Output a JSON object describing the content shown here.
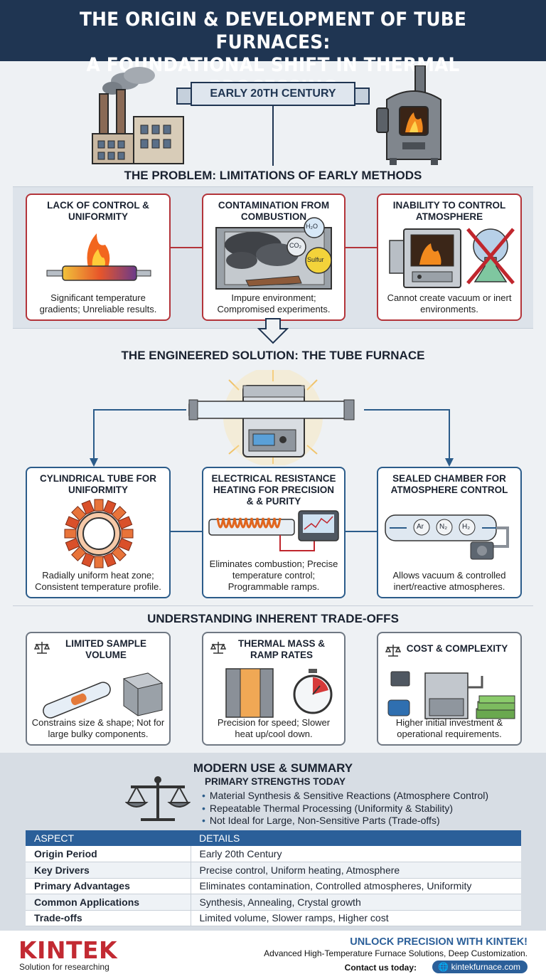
{
  "header": {
    "line1": "THE ORIGIN & DEVELOPMENT OF TUBE FURNACES:",
    "line2": "A FOUNDATIONAL SHIFT IN THERMAL PROCESSING"
  },
  "banner": "EARLY 20TH CENTURY",
  "problem": {
    "title": "THE PROBLEM: LIMITATIONS OF EARLY METHODS",
    "cards": [
      {
        "title": "LACK OF CONTROL & UNIFORMITY",
        "desc": "Significant temperature gradients; Unreliable results."
      },
      {
        "title": "CONTAMINATION FROM COMBUSTION",
        "desc": "Impure environment; Compromised experiments."
      },
      {
        "title": "INABILITY TO CONTROL ATMOSPHERE",
        "desc": "Cannot create vacuum or inert environments."
      }
    ],
    "labels": {
      "co2": "CO₂",
      "h2o": "H₂O",
      "sulfur": "Sulfur"
    }
  },
  "solution": {
    "title": "THE ENGINEERED SOLUTION: THE TUBE FURNACE",
    "cards": [
      {
        "title": "CYLINDRICAL TUBE FOR UNIFORMITY",
        "desc": "Radially uniform heat zone; Consistent temperature profile."
      },
      {
        "title": "ELECTRICAL RESISTANCE HEATING FOR PRECISION & & PURITY",
        "desc": "Eliminates combustion; Precise temperature control; Programmable ramps."
      },
      {
        "title": "SEALED CHAMBER FOR ATMOSPHERE CONTROL",
        "desc": "Allows vacuum & controlled inert/reactive atmospheres."
      }
    ],
    "gases": [
      "Ar",
      "N₂",
      "H₂"
    ]
  },
  "tradeoffs": {
    "title": "UNDERSTANDING INHERENT TRADE-OFFS",
    "cards": [
      {
        "title": "LIMITED SAMPLE VOLUME",
        "desc": "Constrains size & shape; Not for large bulky components."
      },
      {
        "title": "THERMAL MASS & RAMP RATES",
        "desc": "Precision for speed; Slower heat up/cool down."
      },
      {
        "title": "COST & COMPLEXITY",
        "desc": "Higher initial investment & operational requirements."
      }
    ]
  },
  "summary": {
    "title": "MODERN USE & SUMMARY",
    "strengths_title": "PRIMARY STRENGTHS TODAY",
    "strengths": [
      "Material Synthesis & Sensitive Reactions (Atmosphere Control)",
      "Repeatable Thermal Processing (Uniformity & Stability)",
      "Not Ideal for Large, Non-Sensitive Parts (Trade-offs)"
    ],
    "table": {
      "headers": [
        "ASPECT",
        "DETAILS"
      ],
      "rows": [
        [
          "Origin Period",
          "Early 20th Century"
        ],
        [
          "Key Drivers",
          "Precise control, Uniform heating, Atmosphere"
        ],
        [
          "Primary Advantages",
          "Eliminates contamination, Controlled atmospheres, Uniformity"
        ],
        [
          "Common Applications",
          "Synthesis, Annealing, Crystal growth"
        ],
        [
          "Trade-offs",
          "Limited volume, Slower ramps, Higher cost"
        ]
      ]
    }
  },
  "footer": {
    "logo": "KINTEK",
    "logo_sub": "Solution for researching",
    "cta_title": "UNLOCK PRECISION WITH KINTEK!",
    "cta_sub": "Advanced High-Temperature Furnace Solutions, Deep Customization.",
    "contact": "Contact us today:",
    "url": "kintekfurnace.com"
  },
  "colors": {
    "navy": "#1f3552",
    "red": "#b3343a",
    "blue": "#2b5c8a",
    "brand": "#c22a32"
  }
}
